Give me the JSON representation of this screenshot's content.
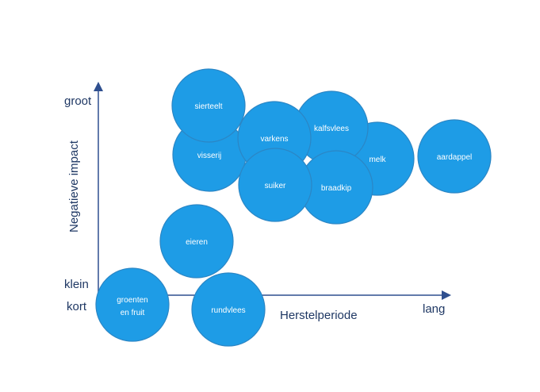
{
  "colors": {
    "bubble": "#1e9ce6",
    "axis": "#2f4f8f",
    "text": "#1f3864"
  },
  "axes": {
    "y_label": "Negatieve impact",
    "y_top": "groot",
    "y_bottom": "klein",
    "x_left": "kort",
    "x_label": "Herstelperiode",
    "x_right": "lang"
  },
  "bubbles": [
    {
      "id": "sierteelt",
      "lines": [
        "sierteelt"
      ]
    },
    {
      "id": "visserij",
      "lines": [
        "visserij"
      ]
    },
    {
      "id": "varkens",
      "lines": [
        "varkens"
      ]
    },
    {
      "id": "kalfsvlees",
      "lines": [
        "kalfsvlees"
      ]
    },
    {
      "id": "melk",
      "lines": [
        "melk"
      ]
    },
    {
      "id": "aardappel",
      "lines": [
        "aardappel"
      ]
    },
    {
      "id": "suiker",
      "lines": [
        "suiker"
      ]
    },
    {
      "id": "braadkip",
      "lines": [
        "braadkip"
      ]
    },
    {
      "id": "eieren",
      "lines": [
        "eieren"
      ]
    },
    {
      "id": "groenten-en-fruit",
      "lines": [
        "groenten",
        "en fruit"
      ]
    },
    {
      "id": "rundvlees",
      "lines": [
        "rundvlees"
      ]
    }
  ]
}
